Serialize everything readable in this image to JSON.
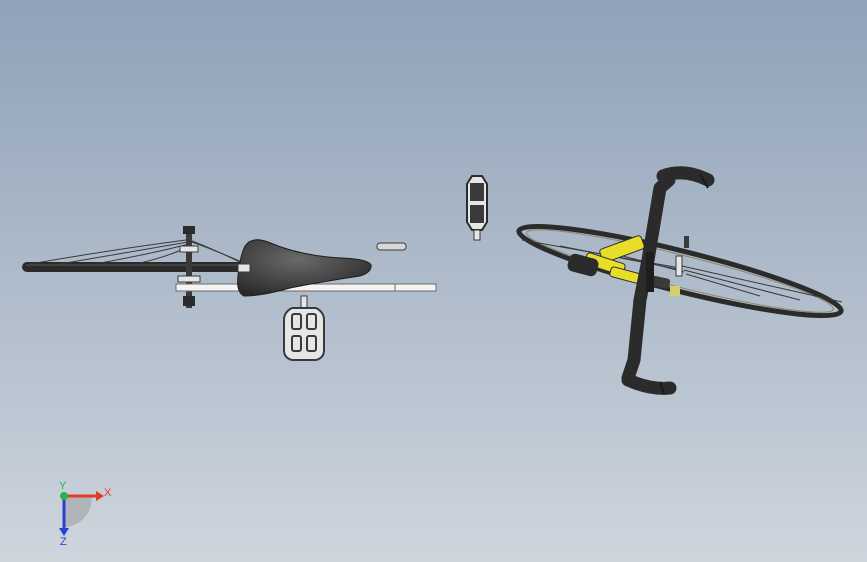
{
  "viewport": {
    "background_top": "#8fa2b8",
    "background_bottom": "#ced5dd"
  },
  "colors": {
    "part_dark": "#2b2b2b",
    "part_mid": "#4a4a4a",
    "part_light": "#e6e6e6",
    "part_accent": "#e8de2a",
    "axis_x": "#e23a2a",
    "axis_y": "#2bb34a",
    "axis_z": "#2b3fd6"
  },
  "parts": [
    {
      "name": "rear-wheel-side-view"
    },
    {
      "name": "saddle"
    },
    {
      "name": "seat-post"
    },
    {
      "name": "spacer-washer"
    },
    {
      "name": "pedal-top-view"
    },
    {
      "name": "pedal-side-view"
    },
    {
      "name": "front-fork-handlebar-assembly"
    }
  ],
  "triad": {
    "x_label": "X",
    "y_label": "Y",
    "z_label": "Z"
  }
}
